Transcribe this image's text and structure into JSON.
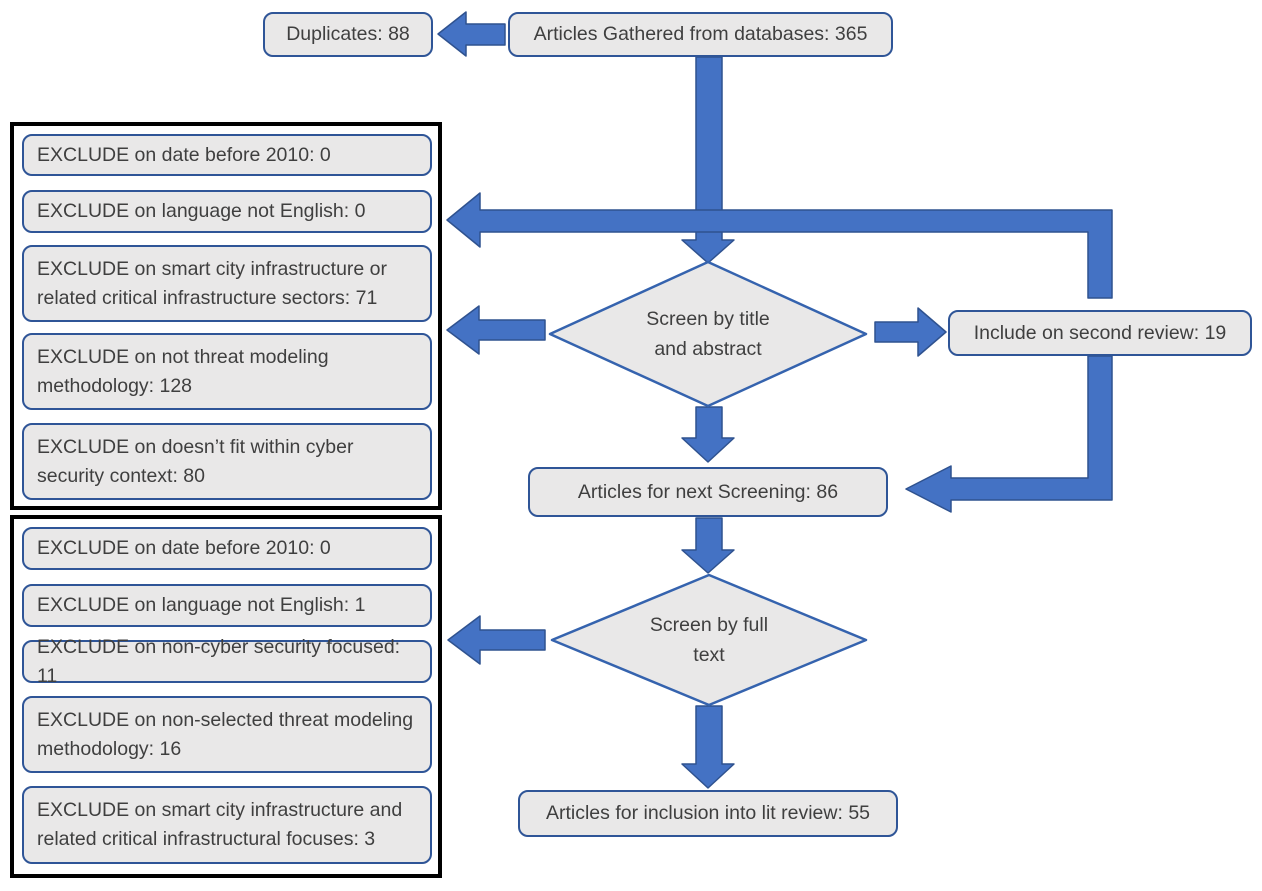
{
  "flow": {
    "duplicates": "Duplicates: 88",
    "gathered": "Articles Gathered from databases: 365",
    "include_second": "Include on second review: 19",
    "next_screening": "Articles for next Screening: 86",
    "inclusion": "Articles for inclusion into lit review: 55",
    "diamond1_line1": "Screen by title",
    "diamond1_line2": "and abstract",
    "diamond2_line1": "Screen by full",
    "diamond2_line2": "text"
  },
  "exclude_group_1": {
    "items": [
      {
        "label": "EXCLUDE on date before 2010: 0"
      },
      {
        "label": "EXCLUDE on language not English: 0"
      },
      {
        "label": "EXCLUDE on smart city infrastructure or related critical infrastructure sectors: 71"
      },
      {
        "label": "EXCLUDE on not threat modeling methodology: 128"
      },
      {
        "label": "EXCLUDE on doesn’t fit within cyber security context: 80"
      }
    ]
  },
  "exclude_group_2": {
    "items": [
      {
        "label": "EXCLUDE on date before 2010: 0"
      },
      {
        "label": "EXCLUDE on language not English: 1"
      },
      {
        "label": "EXCLUDE on non-cyber security focused: 11"
      },
      {
        "label": "EXCLUDE on non-selected threat modeling methodology: 16"
      },
      {
        "label": "EXCLUDE on smart city infrastructure and related critical infrastructural focuses: 3"
      }
    ]
  },
  "colors": {
    "arrow_fill": "#4472C4",
    "arrow_stroke": "#2F528F",
    "box_fill": "#E9E8E8",
    "box_border": "#2F5597",
    "diamond_border": "#3563AE",
    "text": "#3F3F3F",
    "group_border": "#000000"
  }
}
